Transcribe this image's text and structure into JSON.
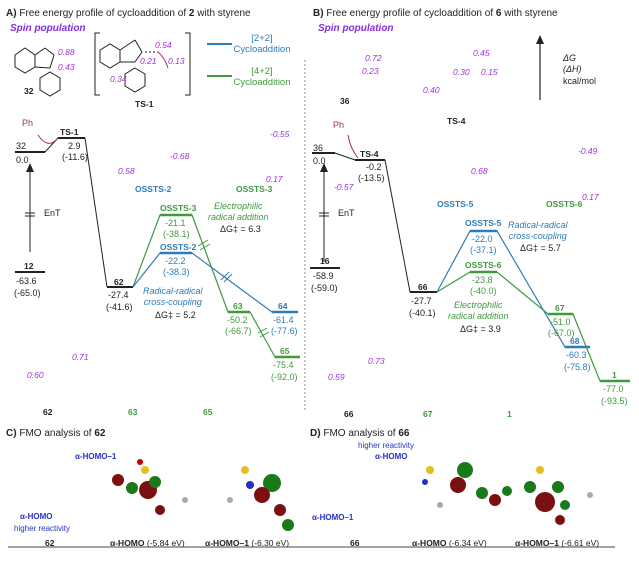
{
  "panel_a": {
    "title_prefix": "A)",
    "title_text": "Free energy profile of cycloaddition of",
    "title_compound": "2",
    "title_suffix": "with styrene",
    "spin_population_label": "Spin population",
    "triplet_label": "32",
    "triplet_spin": [
      "0.88",
      "0.43"
    ],
    "ts1_spin": [
      "0.54",
      "0.21",
      "0.13",
      "0.34"
    ],
    "ts1_label": "TS-1",
    "ts2_spin": [
      "0.58",
      "-0.68"
    ],
    "ts2_label": "OSSTS-2",
    "ts3_spin": [
      "-0.55",
      "0.17"
    ],
    "ts3_label": "OSSTS-3",
    "legend": [
      {
        "label": "[2+2]\nCycloaddition",
        "color": "#2f7cb8"
      },
      {
        "label": "[4+2]\nCycloaddition",
        "color": "#3f9a3f"
      }
    ],
    "profile": {
      "states": [
        {
          "name": "32",
          "dG": "0.0",
          "dH": ""
        },
        {
          "name": "TS-1",
          "dG": "2.9",
          "dH": "(-11.6)"
        },
        {
          "name": "12",
          "dG": "-63.6",
          "dH": "(-65.0)"
        },
        {
          "name": "62",
          "dG": "-27.4",
          "dH": "(-41.6)"
        },
        {
          "name": "OSSTS-3",
          "dG": "-21.1",
          "dH": "(-38.1)"
        },
        {
          "name": "OSSTS-2",
          "dG": "-22.2",
          "dH": "(-38.3)"
        },
        {
          "name": "63",
          "dG": "-50.2",
          "dH": "(-66.7)"
        },
        {
          "name": "64",
          "dG": "-61.4",
          "dH": "(-77.6)"
        },
        {
          "name": "65",
          "dG": "-75.4",
          "dH": "(-92.0)"
        }
      ],
      "enT": "EnT",
      "electrophilic": "Electrophilic\nradical addition",
      "electrophilic_dg": "ΔG‡ = 6.3",
      "radical": "Radical-radical\ncross-coupling",
      "radical_dg": "ΔG‡ = 5.2",
      "styrene": "Ph"
    },
    "bottom_compounds": [
      {
        "name": "62",
        "spin": [
          "0.60",
          "0.71"
        ]
      },
      {
        "name": "63"
      },
      {
        "name": "65"
      }
    ]
  },
  "panel_b": {
    "title_prefix": "B)",
    "title_text": "Free energy profile of cycloaddition of",
    "title_compound": "6",
    "title_suffix": "with styrene",
    "spin_population_label": "Spin population",
    "triplet_label": "36",
    "triplet_spin": [
      "0.72",
      "0.23"
    ],
    "ts4_spin": [
      "0.45",
      "0.30",
      "0.15",
      "0.40"
    ],
    "ts4_label": "TS-4",
    "ts5_spin": [
      "-0.57",
      "0.68"
    ],
    "ts5_label": "OSSTS-5",
    "ts6_spin": [
      "-0.49",
      "0.17"
    ],
    "ts6_label": "OSSTS-6",
    "axis_label": [
      "ΔG",
      "(ΔH)",
      "kcal/mol"
    ],
    "profile": {
      "states": [
        {
          "name": "36",
          "dG": "0.0",
          "dH": ""
        },
        {
          "name": "TS-4",
          "dG": "-0.2",
          "dH": "(-13.5)"
        },
        {
          "name": "16",
          "dG": "-58.9",
          "dH": "(-59.0)"
        },
        {
          "name": "66",
          "dG": "-27.7",
          "dH": "(-40.1)"
        },
        {
          "name": "OSSTS-5",
          "dG": "-22.0",
          "dH": "(-37.1)"
        },
        {
          "name": "OSSTS-6",
          "dG": "-23.8",
          "dH": "(-40.0)"
        },
        {
          "name": "67",
          "dG": "-51.0",
          "dH": "(-67.0)"
        },
        {
          "name": "68",
          "dG": "-60.3",
          "dH": "(-75.8)"
        },
        {
          "name": "1",
          "dG": "-77.0",
          "dH": "(-93.5)"
        }
      ],
      "enT": "EnT",
      "electrophilic": "Electrophilic\nradical addition",
      "electrophilic_dg": "ΔG‡ = 3.9",
      "radical": "Radical-radical\ncross-coupling",
      "radical_dg": "ΔG‡ = 5.7",
      "styrene": "Ph"
    },
    "bottom_compounds": [
      {
        "name": "66",
        "spin": [
          "0.59",
          "0.73"
        ]
      },
      {
        "name": "67"
      },
      {
        "name": "1"
      }
    ]
  },
  "panel_c": {
    "title_prefix": "C)",
    "title_text": "FMO analysis of",
    "title_compound": "62",
    "compound": "62",
    "homo_label": "α-HOMO",
    "homo1_label": "α-HOMO–1",
    "higher_reactivity": "higher reactivity",
    "orbitals": [
      {
        "name": "α-HOMO",
        "energy": "(-5.84 eV)"
      },
      {
        "name": "α-HOMO–1",
        "energy": "(-6.30 eV)"
      }
    ]
  },
  "panel_d": {
    "title_prefix": "D)",
    "title_text": "FMO analysis of",
    "title_compound": "66",
    "compound": "66",
    "homo_label": "α-HOMO",
    "homo1_label": "α-HOMO–1",
    "higher_reactivity": "higher reactivity",
    "orbitals": [
      {
        "name": "α-HOMO",
        "energy": "(-6.34 eV)"
      },
      {
        "name": "α-HOMO–1",
        "energy": "(-6.61 eV)"
      }
    ]
  }
}
